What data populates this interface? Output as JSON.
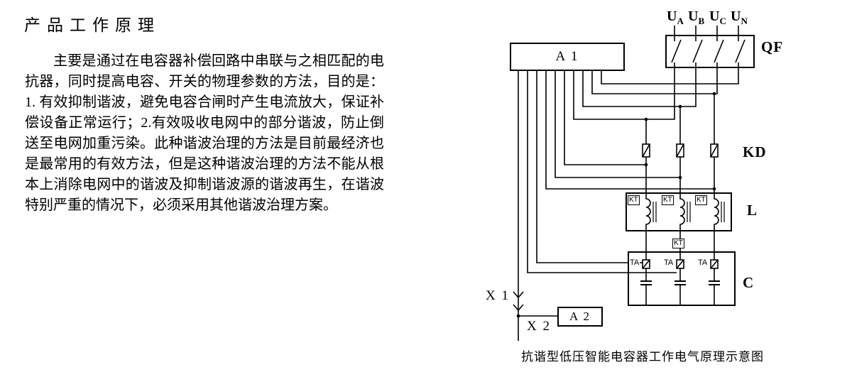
{
  "page": {
    "title": "产品工作原理",
    "paragraph": "主要是通过在电容器补偿回路中串联与之相匹配的电抗器，同时提高电容、开关的物理参数的方法，目的是：1. 有效抑制谐波，避免电容合闸时产生电流放大，保证补偿设备正常运行；2.有效吸收电网中的部分谐波，防止倒送至电网加重污染。此种谐波治理的方法是目前最经济也是最常用的有效方法，但是这种谐波治理的方法不能从根本上消除电网中的谐波及抑制谐波源的谐波再生，在谐波特别严重的情况下，必须采用其他谐波治理方案。"
  },
  "diagram": {
    "caption": "抗谐型低压智能电容器工作电气原理示意图",
    "labels": {
      "u": "U",
      "phase_subscripts": [
        "A",
        "B",
        "C",
        "N"
      ],
      "qf": "QF",
      "kd": "KD",
      "l": "L",
      "c": "C",
      "a1": "A 1",
      "a2": "A 2",
      "x1": "X 1",
      "x2": "X 2",
      "kt": "KT",
      "ta": "TA"
    }
  }
}
